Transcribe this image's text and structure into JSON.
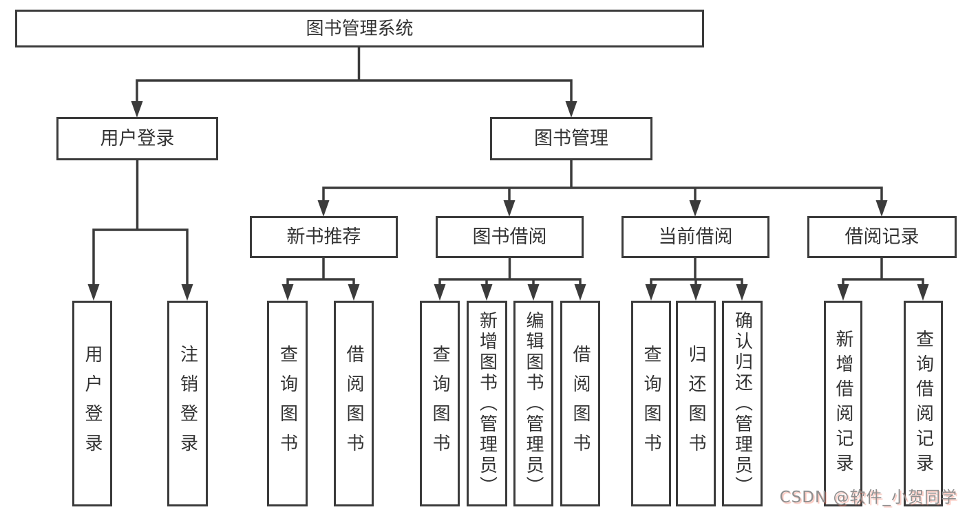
{
  "tree": {
    "root": "图书管理系统",
    "level2": [
      {
        "label": "用户登录",
        "children": [
          {
            "label": "用户登录"
          },
          {
            "label": "注销登录"
          }
        ]
      },
      {
        "label": "图书管理",
        "children": [
          {
            "label": "新书推荐",
            "children": [
              {
                "label": "查询图书"
              },
              {
                "label": "借阅图书"
              }
            ]
          },
          {
            "label": "图书借阅",
            "children": [
              {
                "label": "查询图书"
              },
              {
                "label": "新增图书（管理员）"
              },
              {
                "label": "编辑图书（管理员）"
              },
              {
                "label": "借阅图书"
              }
            ]
          },
          {
            "label": "当前借阅",
            "children": [
              {
                "label": "查询图书"
              },
              {
                "label": "归还图书"
              },
              {
                "label": "确认归还（管理员）"
              }
            ]
          },
          {
            "label": "借阅记录",
            "children": [
              {
                "label": "新增借阅记录"
              },
              {
                "label": "查询借阅记录"
              }
            ]
          }
        ]
      }
    ]
  },
  "watermark": {
    "text": "CSDN @软件_小贺同学"
  },
  "colors": {
    "line": "#3b3b3b",
    "text": "#333333",
    "background": "#ffffff",
    "watermark_text": "#8f8f8f",
    "watermark_shadow": "#f7806c"
  }
}
